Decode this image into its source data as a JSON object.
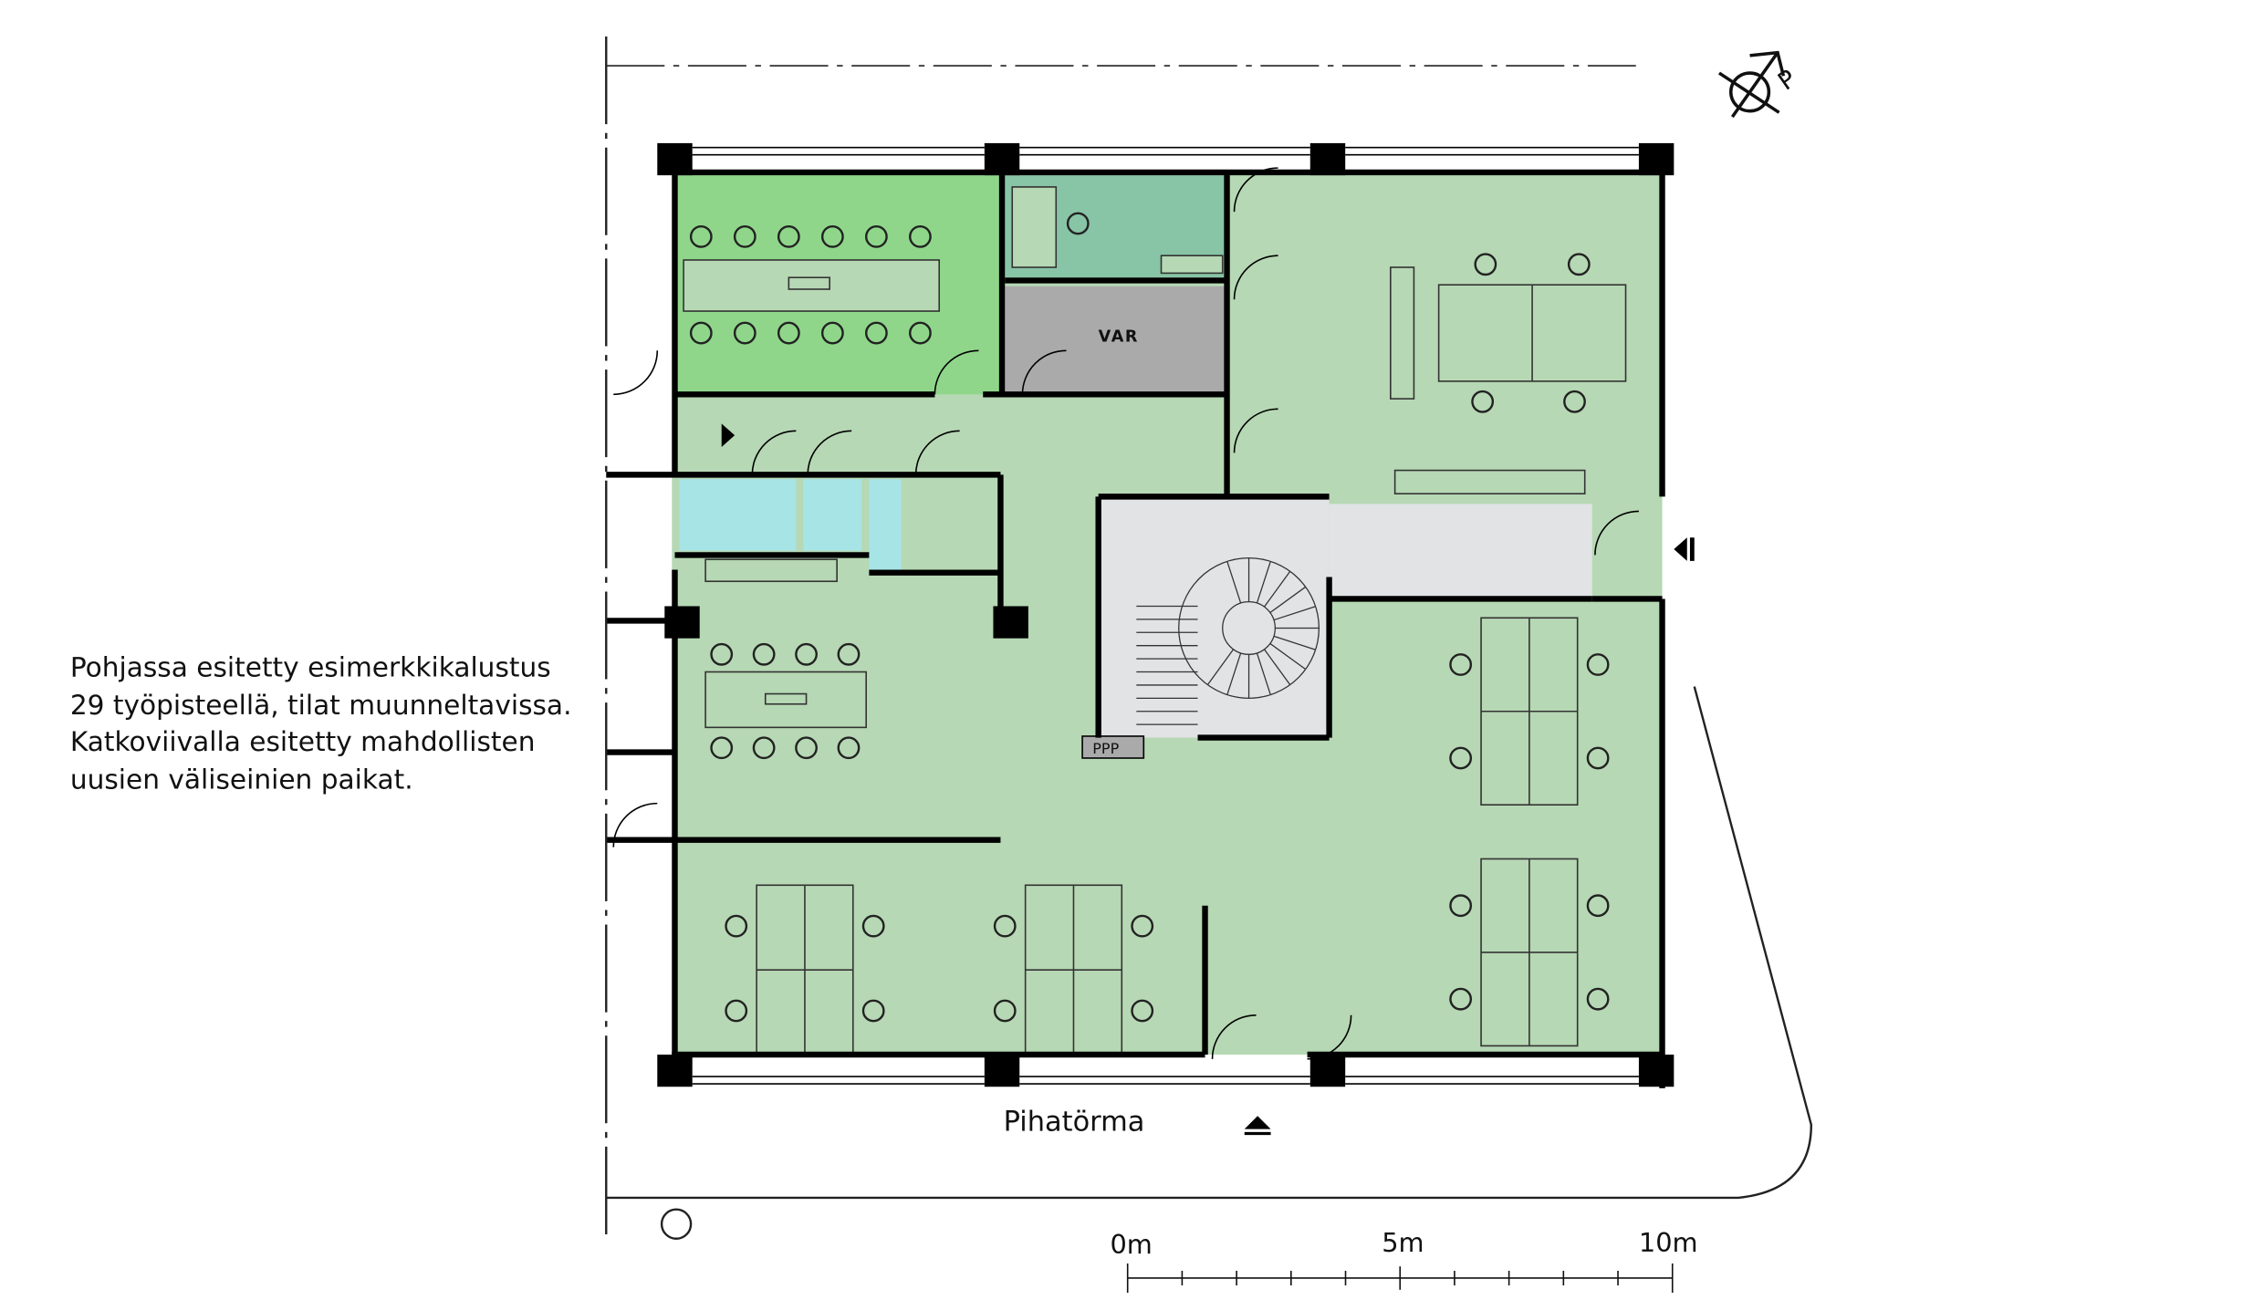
{
  "note": {
    "lines": [
      "Pohjassa esitetty esimerkkikalustus",
      "29 työpisteellä, tilat muunneltavissa.",
      "Katkoviivalla esitetty mahdollisten",
      "uusien väliseinien paikat."
    ]
  },
  "rooms": {
    "storage_label": "VAR",
    "ppp_label": "PPP"
  },
  "site": {
    "yard_label": "Pihatörma"
  },
  "compass": {
    "north_label": "P"
  },
  "scale_bar": {
    "labels": [
      "0m",
      "5m",
      "10m"
    ],
    "length_m": 10,
    "tick_step_m": 1
  },
  "colors": {
    "office": "#b6d8b4",
    "meeting": "#8fd68a",
    "small_office": "#88c4a6",
    "storage": "#aaaaaa",
    "wc": "#a6e4e6",
    "stair": "#e1e3e4",
    "wall": "#000000"
  },
  "workstations": 29
}
